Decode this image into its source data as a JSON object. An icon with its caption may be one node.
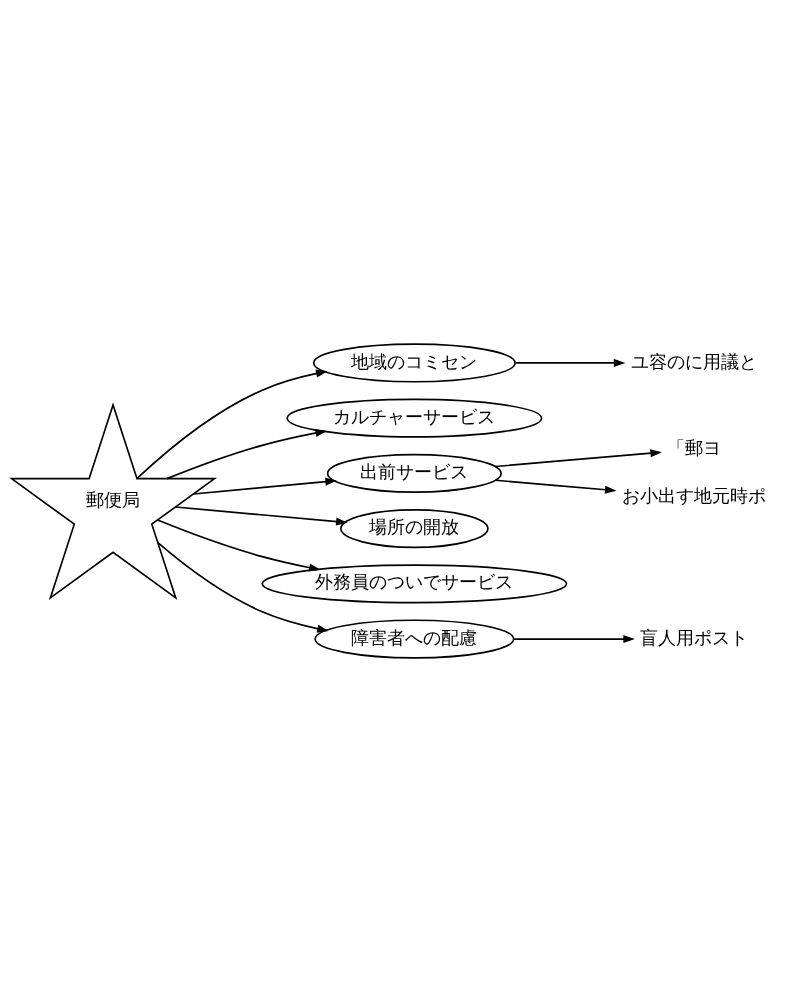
{
  "diagram": {
    "nodes": [
      {
        "text": [
          "郵便局"
        ]
      },
      {
        "text": [
          "地域のコミセン"
        ]
      },
      {
        "text": [
          "カルチャーサービス"
        ]
      },
      {
        "text": [
          "出前サービス"
        ]
      },
      {
        "text": [
          "場所の開放"
        ]
      },
      {
        "text": [
          "外務員のついでサービス"
        ]
      },
      {
        "text": [
          "障害者への配慮"
        ]
      },
      {
        "text": [
          "ユ容のに用議と"
        ]
      },
      {
        "text": [
          "「郵ヨ"
        ]
      },
      {
        "text": [
          "お小出す地元時ポ"
        ]
      },
      {
        "text": [
          "盲人用ポスト"
        ]
      }
    ],
    "edges": [
      {
        "from": 0,
        "to": 1,
        "arrow": "to"
      },
      {
        "from": 0,
        "to": 2,
        "arrow": "to"
      },
      {
        "from": 0,
        "to": 3,
        "arrow": "to"
      },
      {
        "from": 0,
        "to": 4,
        "arrow": "to"
      },
      {
        "from": 0,
        "to": 5,
        "arrow": "to"
      },
      {
        "from": 0,
        "to": 6,
        "arrow": "to"
      },
      {
        "from": 1,
        "to": 7,
        "arrow": "to"
      },
      {
        "from": 3,
        "to": 8,
        "arrow": "to"
      },
      {
        "from": 3,
        "to": 9,
        "arrow": "to"
      },
      {
        "from": 6,
        "to": 10,
        "arrow": "to"
      }
    ]
  }
}
